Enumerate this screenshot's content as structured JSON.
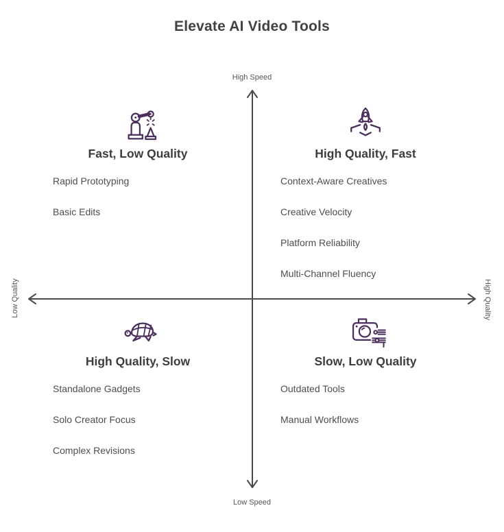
{
  "title": "Elevate AI Video Tools",
  "colors": {
    "icon_purple": "#4b2e5c",
    "axis_gray": "#4a4a4a",
    "heading_text": "#3d3d3d",
    "item_text": "#4d4d4d",
    "title_text": "#424242",
    "axis_label_text": "#555555",
    "background": "#ffffff"
  },
  "axis_labels": {
    "top": "High Speed",
    "bottom": "Low Speed",
    "left": "Low Quality",
    "right": "High Quality"
  },
  "quadrants": {
    "top_left": {
      "icon": "robot-arm-icon",
      "heading": "Fast, Low Quality",
      "items": [
        "Rapid Prototyping",
        "Basic Edits"
      ]
    },
    "top_right": {
      "icon": "rocket-launch-icon",
      "heading": "High Quality, Fast",
      "items": [
        "Context-Aware Creatives",
        "Creative Velocity",
        "Platform Reliability",
        "Multi-Channel Fluency"
      ]
    },
    "bottom_left": {
      "icon": "turtle-icon",
      "heading": "High Quality, Slow",
      "items": [
        "Standalone Gadgets",
        "Solo Creator Focus",
        "Complex Revisions"
      ]
    },
    "bottom_right": {
      "icon": "camera-settings-icon",
      "heading": "Slow, Low Quality",
      "items": [
        "Outdated Tools",
        "Manual Workflows"
      ]
    }
  }
}
